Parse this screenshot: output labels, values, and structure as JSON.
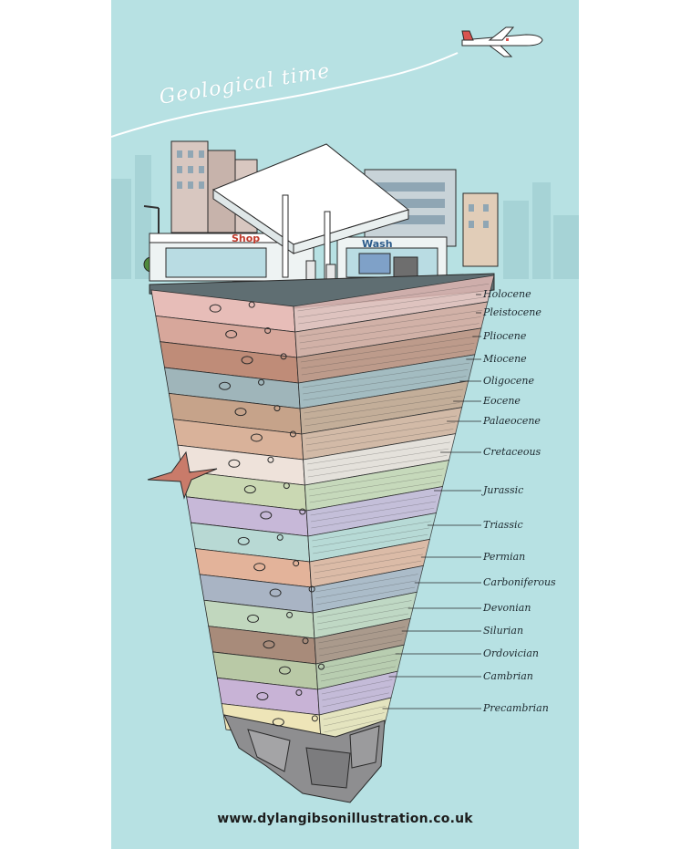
{
  "title": "Geological time",
  "website": "www.dylangibsonillustration.co.uk",
  "shop_sign": "Shop",
  "wash_sign": "Wash",
  "colors": {
    "sky": "#b7e1e3",
    "plane_trail": "#ffffff",
    "road": "#5f6e72",
    "bedrock": "#8e8e90"
  },
  "epochs": [
    {
      "name": "Holocene",
      "color": "#e7bdb8"
    },
    {
      "name": "Pleistocene",
      "color": "#d7a79b"
    },
    {
      "name": "Pliocene",
      "color": "#bf8c78"
    },
    {
      "name": "Miocene",
      "color": "#9fb5ba"
    },
    {
      "name": "Oligocene",
      "color": "#c6a38a"
    },
    {
      "name": "Eocene",
      "color": "#d9b29a"
    },
    {
      "name": "Palaeocene",
      "color": "#eee2da"
    },
    {
      "name": "Cretaceous",
      "color": "#cad8b3"
    },
    {
      "name": "Jurassic",
      "color": "#c7b8d8"
    },
    {
      "name": "Triassic",
      "color": "#b8d9d4"
    },
    {
      "name": "Permian",
      "color": "#e3b39a"
    },
    {
      "name": "Carboniferous",
      "color": "#a9b4c4"
    },
    {
      "name": "Devonian",
      "color": "#c1d7be"
    },
    {
      "name": "Silurian",
      "color": "#a88b7a"
    },
    {
      "name": "Ordovician",
      "color": "#b9c9a6"
    },
    {
      "name": "Cambrian",
      "color": "#c8b3d6"
    },
    {
      "name": "Precambrian",
      "color": "#eee5b8"
    }
  ]
}
